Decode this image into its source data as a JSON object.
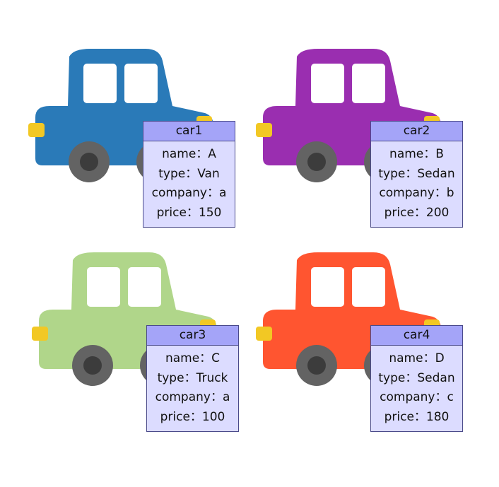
{
  "cars": [
    {
      "title": "car1",
      "color": "#2a7ab8",
      "name": "A",
      "type": "Van",
      "company": "a",
      "price": "150"
    },
    {
      "title": "car2",
      "color": "#9a2eb0",
      "name": "B",
      "type": "Sedan",
      "company": "b",
      "price": "200"
    },
    {
      "title": "car3",
      "color": "#b0d68a",
      "name": "C",
      "type": "Truck",
      "company": "a",
      "price": "100"
    },
    {
      "title": "car4",
      "color": "#ff5530",
      "name": "D",
      "type": "Sedan",
      "company": "c",
      "price": "180"
    }
  ],
  "labels": {
    "name": "name",
    "type": "type",
    "company": "company",
    "price": "price",
    "sep": "："
  },
  "colors": {
    "card_fill": "#dcdcff",
    "card_header": "#a4a4f8",
    "card_border": "#4a4a8a",
    "headlight": "#f2c824",
    "wheel": "#636363",
    "hub": "#3c3c3c"
  }
}
